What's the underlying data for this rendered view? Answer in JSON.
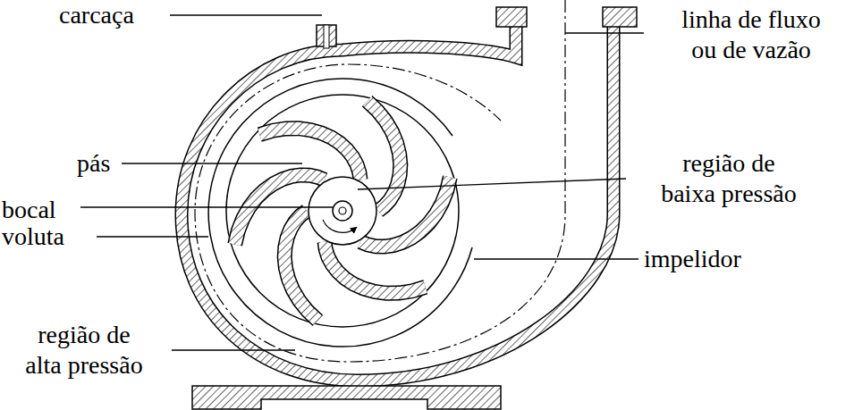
{
  "diagram": {
    "labels": [
      "carcaça",
      "linha de fluxo ou de vazão",
      "pás",
      "região de baixa pressão",
      "bocal",
      "voluta",
      "impelidor",
      "região de alta pressão"
    ]
  }
}
